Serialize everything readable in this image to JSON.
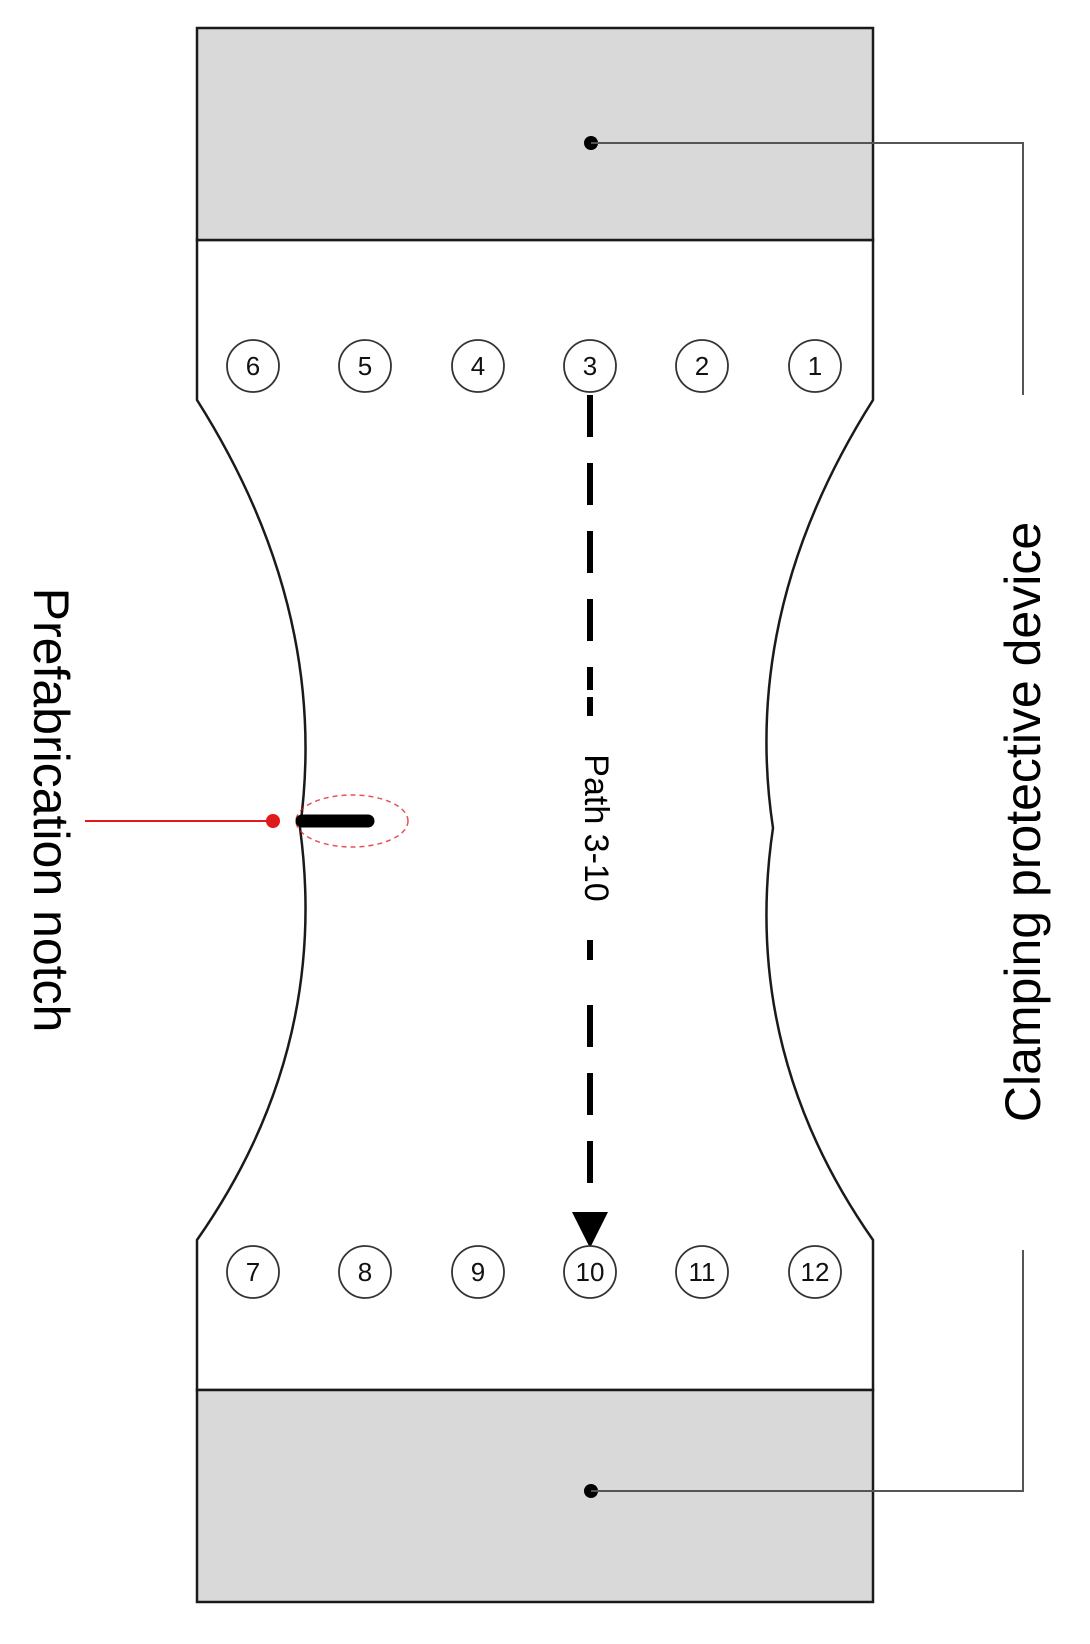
{
  "labels": {
    "clamp_device": "Clamping protective device",
    "notch": "Prefabrication notch",
    "path": "Path 3-10"
  },
  "points": {
    "top_row": [
      "6",
      "5",
      "4",
      "3",
      "2",
      "1"
    ],
    "bottom_row": [
      "7",
      "8",
      "9",
      "10",
      "11",
      "12"
    ]
  },
  "colors": {
    "clamp_fill": "#d9d9d9",
    "outline": "#1a1a1a",
    "notch_leader": "#e0191b",
    "notch_mark": "#000000",
    "leader_line": "#555555"
  }
}
